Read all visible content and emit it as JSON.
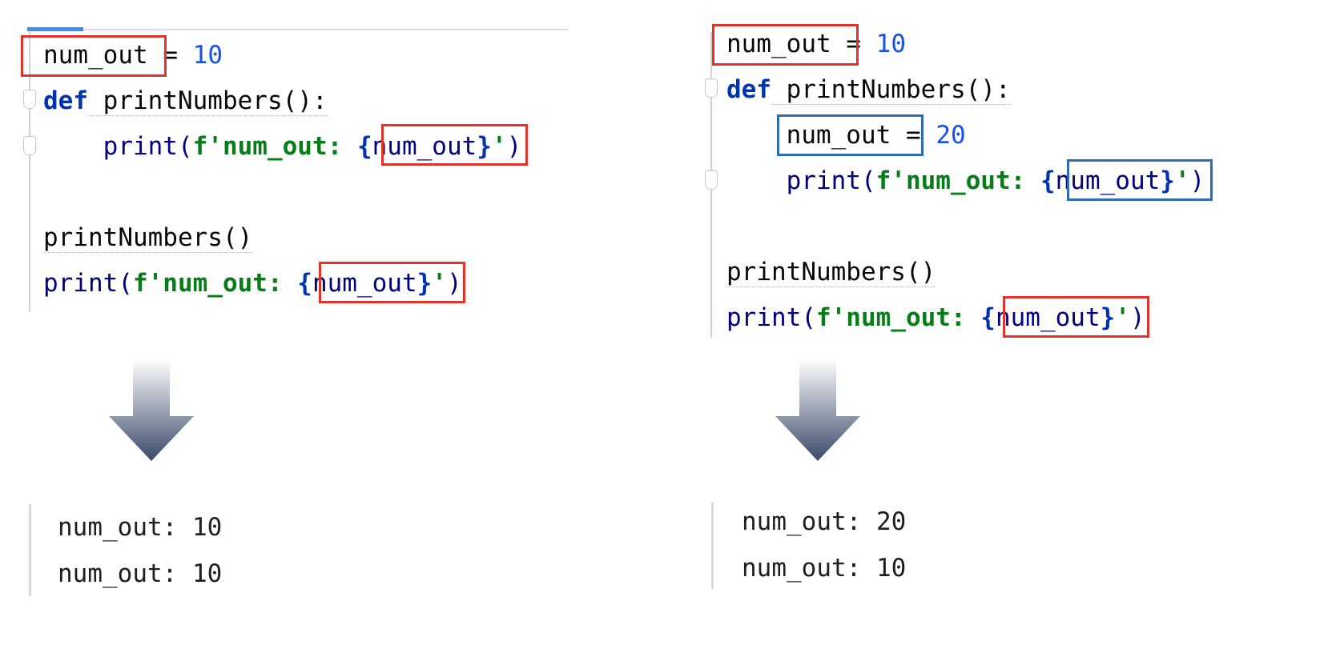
{
  "left_example": {
    "code_lines": [
      {
        "var": "num_out",
        "op": " = ",
        "num": "10"
      },
      {
        "kw": "def",
        "fn": " printNumbers():"
      },
      {
        "indent": "    ",
        "call": "print(",
        "str_pre": "f'num_out: ",
        "brace_open": "{",
        "ref": "num_out",
        "brace_close": "}",
        "str_post": "'",
        "close": ")"
      },
      {
        "plain": ""
      },
      {
        "plain": "printNumbers()"
      },
      {
        "call": "print(",
        "str_pre": "f'num_out: ",
        "brace_open": "{",
        "ref": "num_out",
        "brace_close": "}",
        "str_post": "'",
        "close": ")"
      }
    ],
    "output": [
      "num_out: 10",
      "num_out: 10"
    ]
  },
  "right_example": {
    "code_lines": [
      {
        "var": "num_out",
        "op": " = ",
        "num": "10"
      },
      {
        "kw": "def",
        "fn": " printNumbers():"
      },
      {
        "indent": "    ",
        "var": "num_out",
        "op": " = ",
        "num": "20"
      },
      {
        "indent": "    ",
        "call": "print(",
        "str_pre": "f'num_out: ",
        "brace_open": "{",
        "ref": "num_out",
        "brace_close": "}",
        "str_post": "'",
        "close": ")"
      },
      {
        "plain": ""
      },
      {
        "plain": "printNumbers()"
      },
      {
        "call": "print(",
        "str_pre": "f'num_out: ",
        "brace_open": "{",
        "ref": "num_out",
        "brace_close": "}",
        "str_post": "'",
        "close": ")"
      }
    ],
    "output": [
      "num_out: 20",
      "num_out: 10"
    ]
  },
  "colors": {
    "global_highlight": "#e0342a",
    "local_highlight": "#2e6db4",
    "arrow_top": "#ffffff",
    "arrow_bottom": "#3a4a6b"
  }
}
